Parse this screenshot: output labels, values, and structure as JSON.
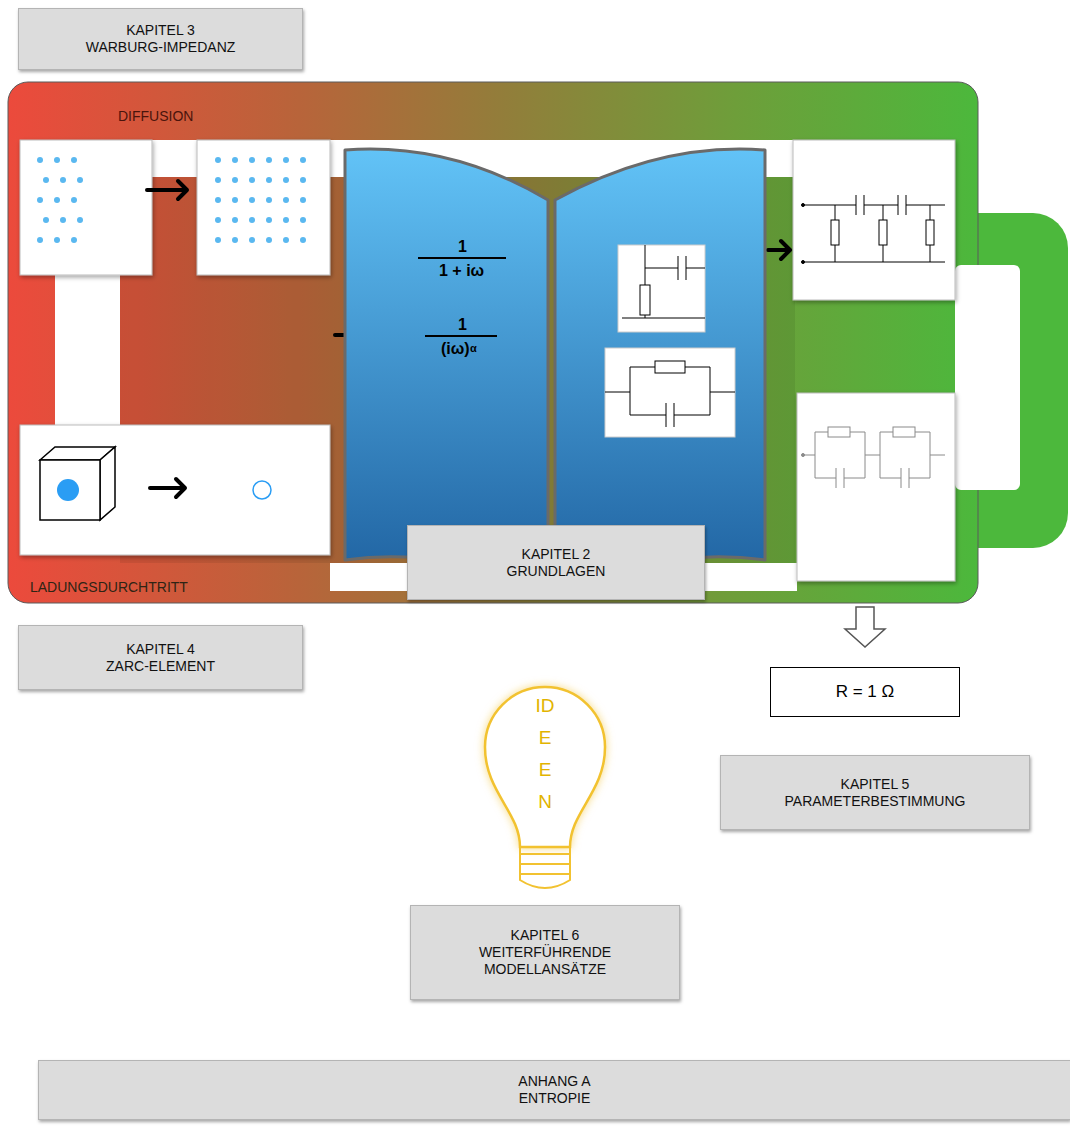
{
  "diagram": {
    "nodes": [
      {
        "text": [
          "KAPITEL 3 WARBURG-IMPEDANZ"
        ]
      },
      {
        "text": [
          "DIFFUSION",
          "LADUNGSDURCHTRITT"
        ]
      },
      {
        "text": [
          "KAPITEL 2 GRUNDLAGEN"
        ],
        "in": 1
      },
      {
        "text": [
          "KAPITEL 4 ZARC-ELEMENT"
        ]
      },
      {
        "text": [
          "R = 1 Ω"
        ]
      },
      {
        "text": [
          "KAPITEL 5 PARAMETERBESTIMMUNG"
        ]
      },
      {
        "text": [
          "IDEEN"
        ]
      },
      {
        "text": [
          "KAPITEL 6 WEITERFÜHRENDE MODELLANSÄTZE"
        ]
      },
      {
        "text": [
          "ANHANG A ENTROPIE"
        ]
      }
    ],
    "edges": [
      {
        "from": 1,
        "to": 4,
        "arrow": "to"
      }
    ],
    "labels": [
      "1",
      "1 + iω",
      "1",
      "(iω)",
      "α"
    ]
  }
}
